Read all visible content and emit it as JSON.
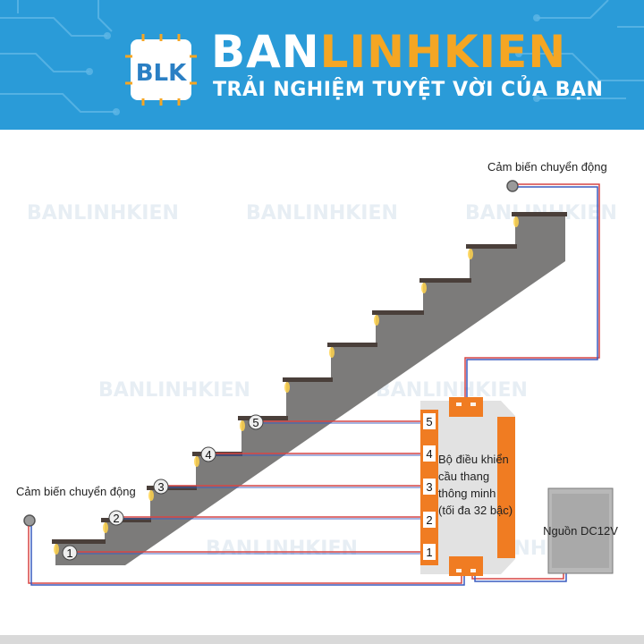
{
  "brand": {
    "logo_letters": "BLK",
    "title_part1": "BAN",
    "title_part2": "LINHKIEN",
    "slogan": "TRẢI NGHIỆM TUYỆT VỜI CỦA BẠN",
    "watermark": "BANLINHKIEN"
  },
  "colors": {
    "banner": "#2a9bd8",
    "accent": "#f5a623",
    "stair": "#7c7b7a",
    "controller_edge": "#f07c22",
    "wire_red": "#d54545",
    "wire_blue": "#3a5bbf"
  },
  "diagram": {
    "sensor_top_label": "Cảm biến chuyển động",
    "sensor_bottom_label": "Cảm biến chuyển động",
    "controller_label_lines": [
      "Bộ điều khiển",
      "cầu thang",
      "thông minh",
      "(tối đa 32 bậc)"
    ],
    "power_label": "Nguồn DC12V",
    "step_numbers": [
      "1",
      "2",
      "3",
      "4",
      "5"
    ],
    "controller_port_numbers": [
      "5",
      "4",
      "3",
      "2",
      "1"
    ]
  }
}
